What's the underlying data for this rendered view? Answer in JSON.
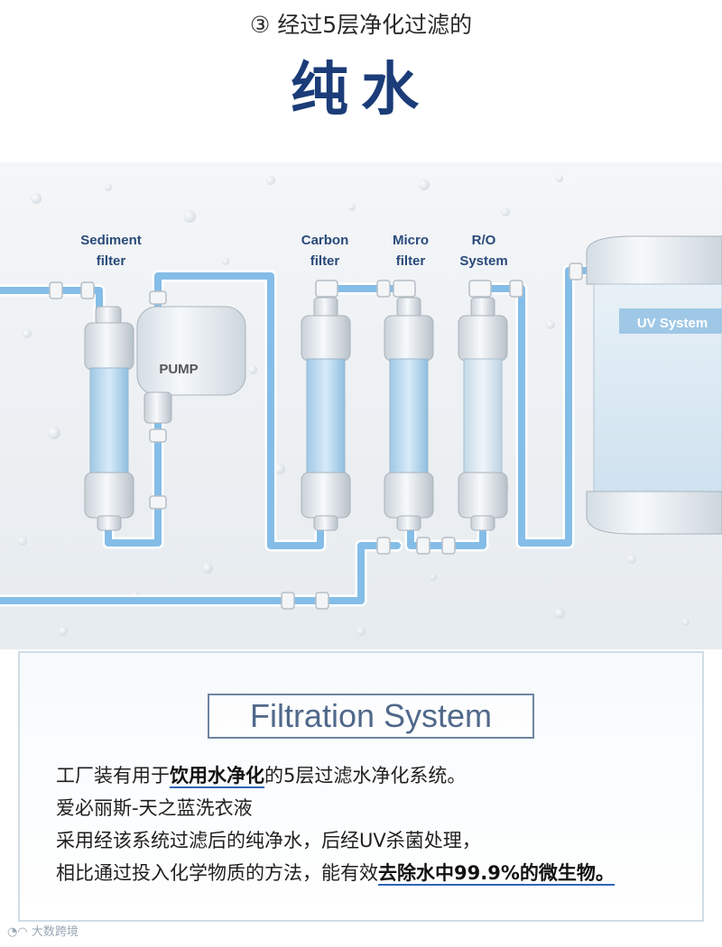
{
  "header": {
    "subtitle": "③ 经过5层净化过滤的",
    "title": "纯水"
  },
  "diagram": {
    "labels": {
      "sediment_1": "Sediment",
      "sediment_2": "filter",
      "carbon_1": "Carbon",
      "carbon_2": "filter",
      "micro_1": "Micro",
      "micro_2": "filter",
      "ro_1": "R/O",
      "ro_2": "System",
      "pump": "PUMP",
      "uv": "UV System"
    },
    "colors": {
      "pipe": "#7db8e6",
      "water": "#a9d3f0",
      "housing": "#e9edf1"
    }
  },
  "info": {
    "box_title": "Filtration System",
    "line1_a": "工厂装有用于",
    "line1_hl": "饮用水净化",
    "line1_b": "的5层过滤水净化系统。",
    "line2": "爱必丽斯-天之蓝洗衣液",
    "line3": "采用经该系统过滤后的纯净水，后经UV杀菌处理，",
    "line4_a": "相比通过投入化学物质的方法，能有效",
    "line4_hl": "去除水中99.9%的微生物。"
  },
  "watermark": "大数跨境"
}
